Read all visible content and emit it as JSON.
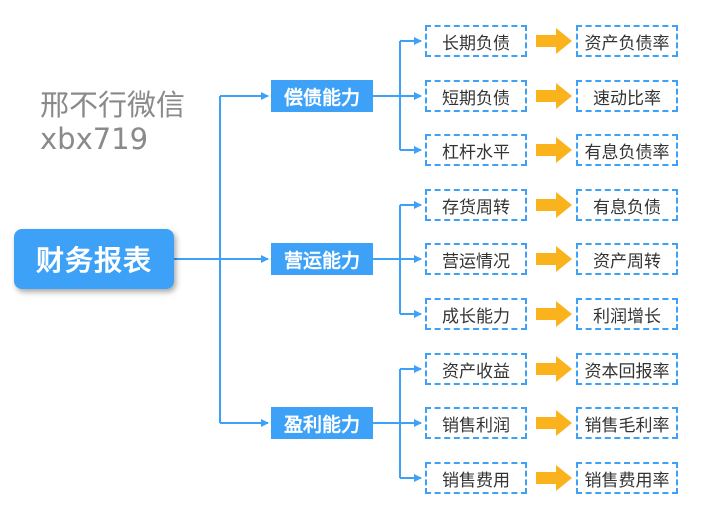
{
  "watermark": {
    "line1": "邢不行微信",
    "line2": "xbx719"
  },
  "root": {
    "label": "财务报表"
  },
  "colors": {
    "primary": "#3da2f7",
    "arrow": "#fbb31d",
    "line": "#3da2f7"
  },
  "groups": [
    {
      "label": "偿债能力",
      "items": [
        {
          "name": "长期负债",
          "metric": "资产负债率"
        },
        {
          "name": "短期负债",
          "metric": "速动比率"
        },
        {
          "name": "杠杆水平",
          "metric": "有息负债率"
        }
      ]
    },
    {
      "label": "营运能力",
      "items": [
        {
          "name": "存货周转",
          "metric": "有息负债"
        },
        {
          "name": "营运情况",
          "metric": "资产周转"
        },
        {
          "name": "成长能力",
          "metric": "利润增长"
        }
      ]
    },
    {
      "label": "盈利能力",
      "items": [
        {
          "name": "资产收益",
          "metric": "资本回报率"
        },
        {
          "name": "销售利润",
          "metric": "销售毛利率"
        },
        {
          "name": "销售费用",
          "metric": "销售费用率"
        }
      ]
    }
  ]
}
